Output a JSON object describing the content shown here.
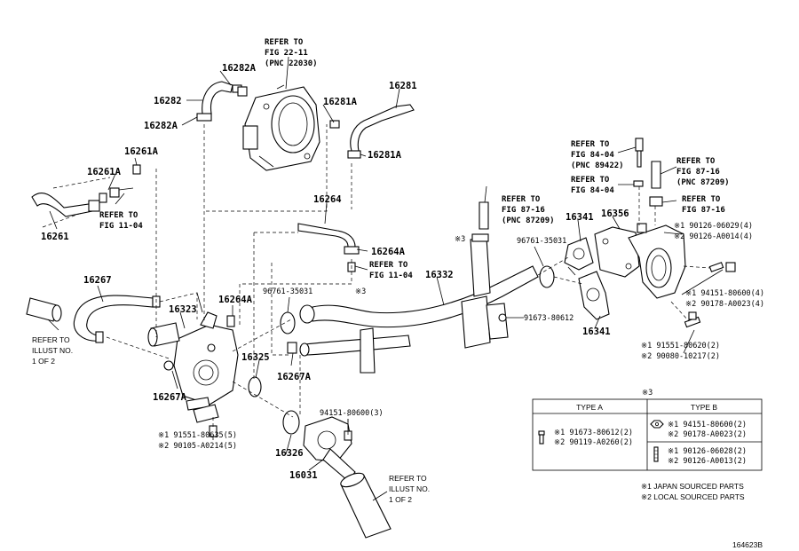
{
  "parts": {
    "p16282A_top": "16282A",
    "p16282": "16282",
    "p16282A_mid": "16282A",
    "p16281A_top": "16281A",
    "p16281": "16281",
    "p16281A_mid": "16281A",
    "p16261A_top": "16261A",
    "p16261A_mid": "16261A",
    "p16261": "16261",
    "p16264": "16264",
    "p16264A_right": "16264A",
    "p16267": "16267",
    "p16323": "16323",
    "p16264A_left": "16264A",
    "p16267A_left": "16267A",
    "p16325": "16325",
    "p16267A_right": "16267A",
    "p16332": "16332",
    "p16341_top": "16341",
    "p16356": "16356",
    "p16341_bottom": "16341",
    "p16326": "16326",
    "p16031": "16031",
    "p96761_left": "96761-35031",
    "p96761_right": "96761-35031",
    "p91673": "91673-80612",
    "p94151_bottom": "94151-80600(3)"
  },
  "refs": {
    "fig22": [
      "REFER TO",
      "FIG 22-11",
      "(PNC 22030)"
    ],
    "fig11a": [
      "REFER TO",
      "FIG 11-04"
    ],
    "fig11b": [
      "REFER TO",
      "FIG 11-04"
    ],
    "fig84a": [
      "REFER TO",
      "FIG 84-04",
      "(PNC 89422)"
    ],
    "fig84b": [
      "REFER TO",
      "FIG 84-04"
    ],
    "fig87a": [
      "REFER TO",
      "FIG 87-16",
      "(PNC 87209)"
    ],
    "fig87b": [
      "REFER TO",
      "FIG 87-16",
      "(PNC 87209)"
    ],
    "fig87c": [
      "REFER TO",
      "FIG 87-16"
    ],
    "illust_left": [
      "REFER TO",
      "ILLUST NO.",
      "1 OF 2"
    ],
    "illust_bottom": [
      "REFER TO",
      "ILLUST NO.",
      "1 OF 2"
    ]
  },
  "marks": {
    "m3_pipe": "※3",
    "m3_mid": "※3",
    "m3_table": "※3"
  },
  "variants": {
    "right_top": [
      "※1 90126-06029(4)",
      "※2 90126-A0014(4)"
    ],
    "right_mid": [
      "※1  94151-80600(4)",
      "※2  90178-A0023(4)"
    ],
    "right_bot": [
      "※1 91551-80620(2)",
      "※2 90080-10217(2)"
    ],
    "left_bot": [
      "※1 91551-80635(5)",
      "※2 90105-A0214(5)"
    ]
  },
  "table": {
    "headers": [
      "TYPE A",
      "TYPE B"
    ],
    "type_a": [
      "※1 91673-80612(2)",
      "※2 90119-A0260(2)"
    ],
    "type_b_row1": [
      "※1  94151-80600(2)",
      "※2  90178-A0023(2)"
    ],
    "type_b_row2": [
      "※1  90126-06028(2)",
      "※2  90126-A0013(2)"
    ]
  },
  "legend": [
    "※1 JAPAN SOURCED PARTS",
    "※2 LOCAL SOURCED PARTS"
  ],
  "diagram_id": "164623B"
}
